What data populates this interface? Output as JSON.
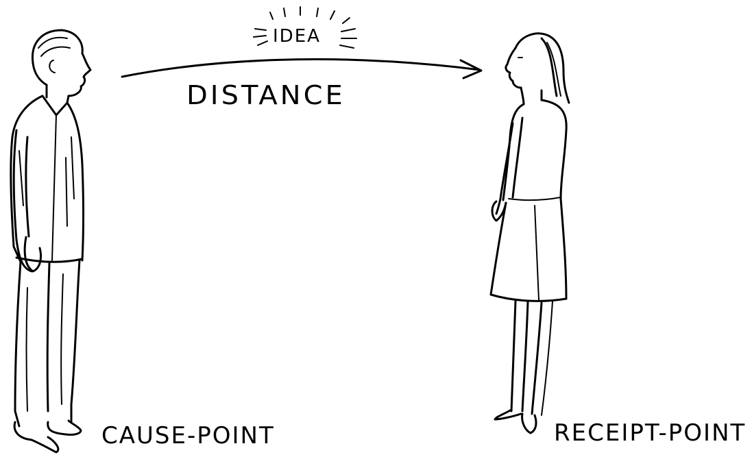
{
  "diagram": {
    "idea_label": "IDEA",
    "distance_label": "DISTANCE",
    "cause_label": "CAUSE-POINT",
    "receipt_label": "RECEIPT-POINT"
  },
  "style": {
    "ink_color": "#000000",
    "paper_color": "#ffffff"
  }
}
